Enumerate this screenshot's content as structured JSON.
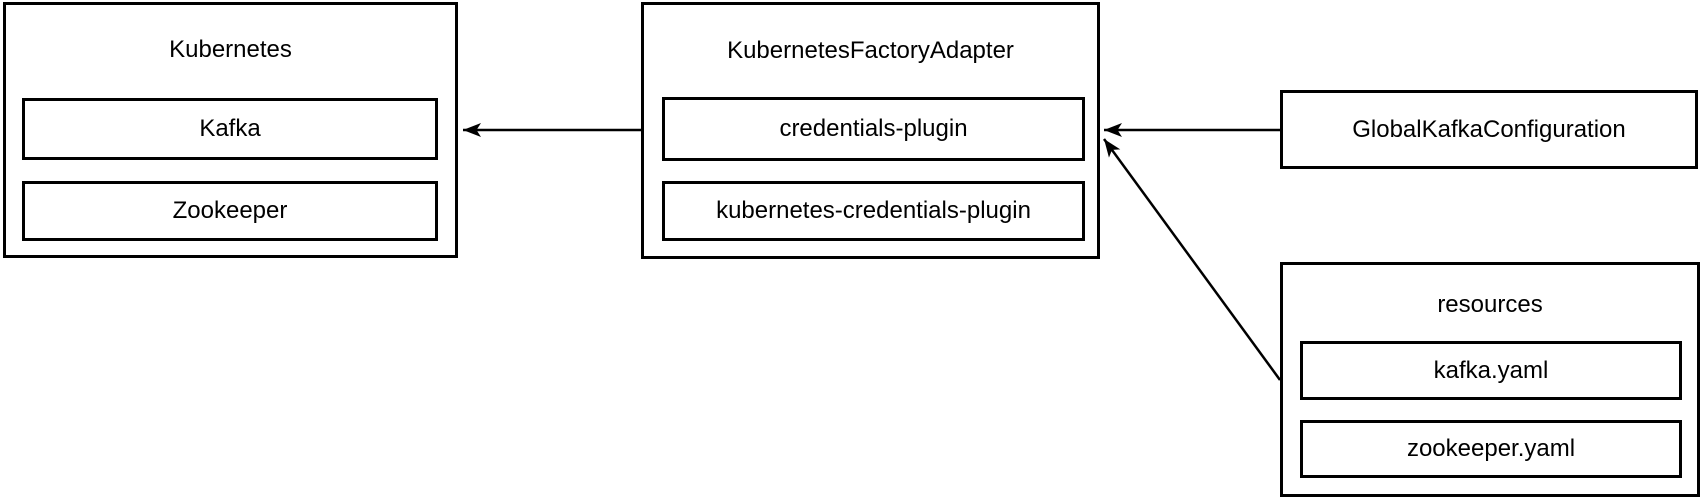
{
  "diagram": {
    "colors": {
      "background": "#ffffff",
      "border": "#000000",
      "text": "#000000",
      "arrow": "#000000"
    },
    "nodes": {
      "kubernetes": {
        "title": "Kubernetes",
        "items": [
          {
            "label": "Kafka"
          },
          {
            "label": "Zookeeper"
          }
        ]
      },
      "factory_adapter": {
        "title": "KubernetesFactoryAdapter",
        "items": [
          {
            "label": "credentials-plugin"
          },
          {
            "label": "kubernetes-credentials-plugin"
          }
        ]
      },
      "global_kafka_configuration": {
        "title": "GlobalKafkaConfiguration"
      },
      "resources": {
        "title": "resources",
        "items": [
          {
            "label": "kafka.yaml"
          },
          {
            "label": "zookeeper.yaml"
          }
        ]
      }
    },
    "edges": [
      {
        "from": "KubernetesFactoryAdapter",
        "to": "Kubernetes",
        "type": "arrow"
      },
      {
        "from": "GlobalKafkaConfiguration",
        "to": "KubernetesFactoryAdapter",
        "type": "arrow"
      },
      {
        "from": "resources",
        "to": "KubernetesFactoryAdapter",
        "type": "arrow"
      }
    ]
  }
}
